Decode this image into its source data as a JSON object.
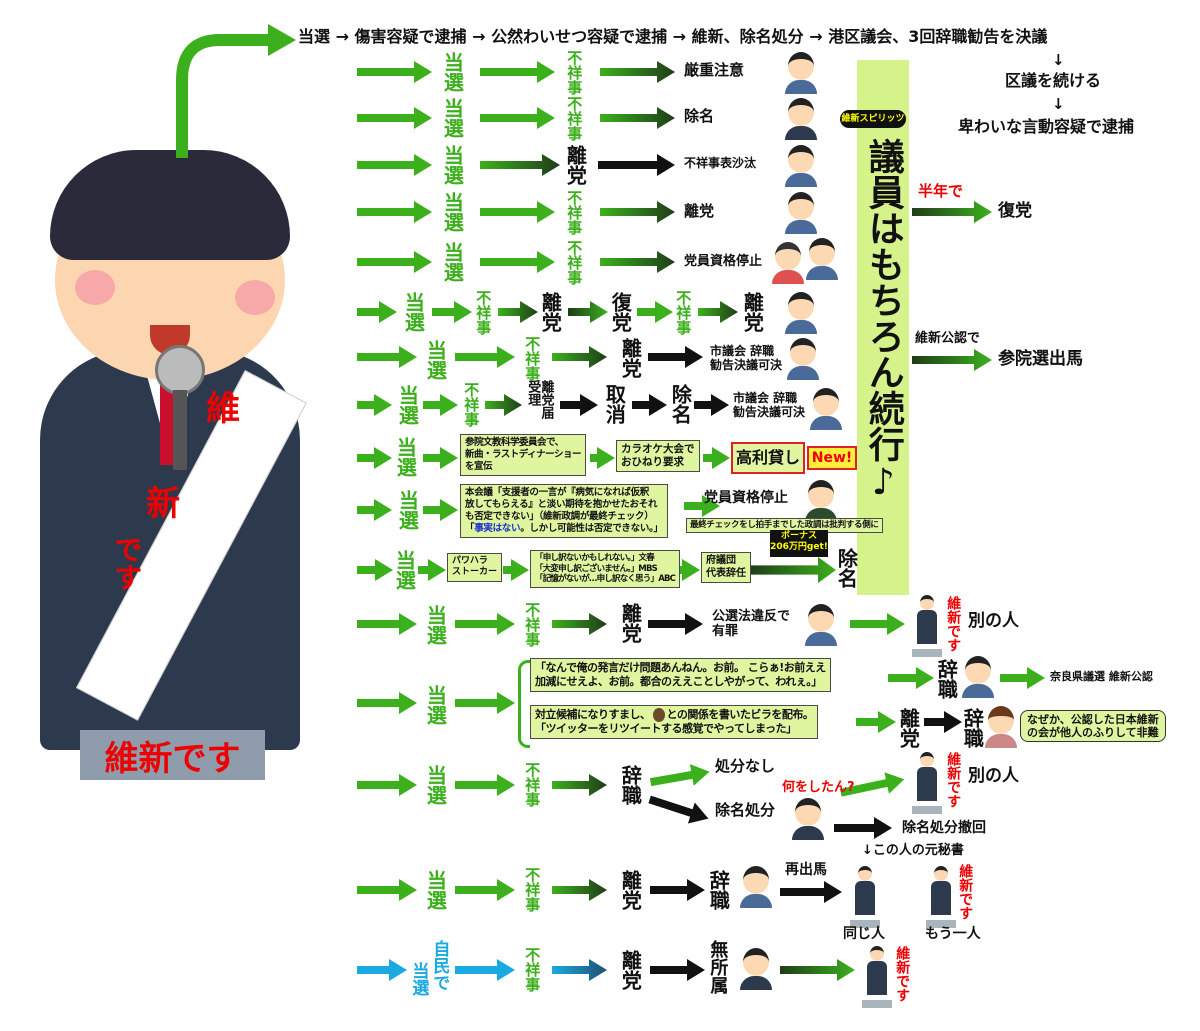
{
  "header": {
    "top_line": "当選 → 傷害容疑で逮捕 → 公然わいせつ容疑で逮捕 → 維新、除名処分 → 港区議会、3回辞職勧告を決議",
    "down1": "↓",
    "cont": "区議を続ける",
    "down2": "↓",
    "arrest": "卑わいな言動容疑で逮捕"
  },
  "lbl": {
    "elected": "当選",
    "scandal": "不祥事",
    "leave": "離党",
    "rejoin": "復党",
    "resign": "辞職",
    "expel": "除名",
    "cancel": "取消",
    "leave_form": "離党届受理",
    "ishin": "維新です",
    "indep": "無所属",
    "ldp": "自民で"
  },
  "rows": {
    "r1": "厳重注意",
    "r2": "除名",
    "r3": "不祥事表沙汰",
    "r4": "離党",
    "r5": "党員資格停止",
    "r7": "市議会 辞職\n勧告決議可決",
    "r8": "市議会 辞職\n勧告決議可決",
    "r9": {
      "box1": "参院文教科学委員会で、\n新曲・ラストディナーショー\nを宣伝",
      "box2": "カラオケ大会で\nおひねり要求",
      "loan": "高利貸し",
      "new": "New!"
    },
    "r10": {
      "box_a": "本会議「支援者の一言が『病気になれば仮釈\n放してもらえる』と淡い期待を抱かせたおそれ\nも否定できない」（維新政調が最終チェック）\n「",
      "box_blue": "事実はない",
      "box_b": "。しかし可能性は否定できない。」",
      "outcome": "党員資格停止",
      "note": "最終チェックをし拍手までした政調は批判する側に"
    },
    "r11": {
      "box1": "パワハラ\nストーカー",
      "box2": "「申し訳ないかもしれない。」文春\n「大変申し訳ございません。」MBS\n「記憶がないが…申し訳なく思う」ABC",
      "box3": "府議団\n代表辞任",
      "bonus": "ボーナス\n206万円get!"
    },
    "r12": {
      "crime": "公選法違反で\n有罪",
      "other": "別の人"
    },
    "r13": {
      "quote1": "「なんで俺の発言だけ問題あんねん。お前。 こらぁ!お前ええ\n加減にせえよ、お前。都合のええことしやがって、われぇ。」",
      "quote2a": "対立候補になりすまし、",
      "quote2b": "との関係を書いたビラを配布。",
      "quote2c": "「ツイッターをリツイートする感覚でやってしまった」",
      "nara": "奈良県議選 維新公認",
      "note": "なぜか、公認した日本維新\nの会が他人のふりして非難"
    },
    "r14": {
      "none": "処分なし",
      "expel": "除名処分",
      "what": "何をしたん?",
      "other": "別の人",
      "withdraw": "除名処分撤回"
    },
    "r15": {
      "rerun": "再出馬",
      "secretary": "↓この人の元秘書",
      "same": "同じ人",
      "another": "もう一人"
    }
  },
  "pillar": {
    "text": "議員はもちろん続行♪",
    "badge": "維新スピリッツ"
  },
  "side": {
    "half_year": "半年で",
    "rejoin": "復党",
    "endorse": "維新公認で",
    "upper": "参院選出馬"
  },
  "mascot": {
    "sash1": "維",
    "sash2": "新",
    "sash3": "です",
    "pedestal": "維新です"
  },
  "colors": {
    "green": "#3cb01c",
    "red": "#e00000",
    "box": "#dff5a0",
    "pillar": "#d6f28a",
    "blue": "#1aa9e0"
  }
}
